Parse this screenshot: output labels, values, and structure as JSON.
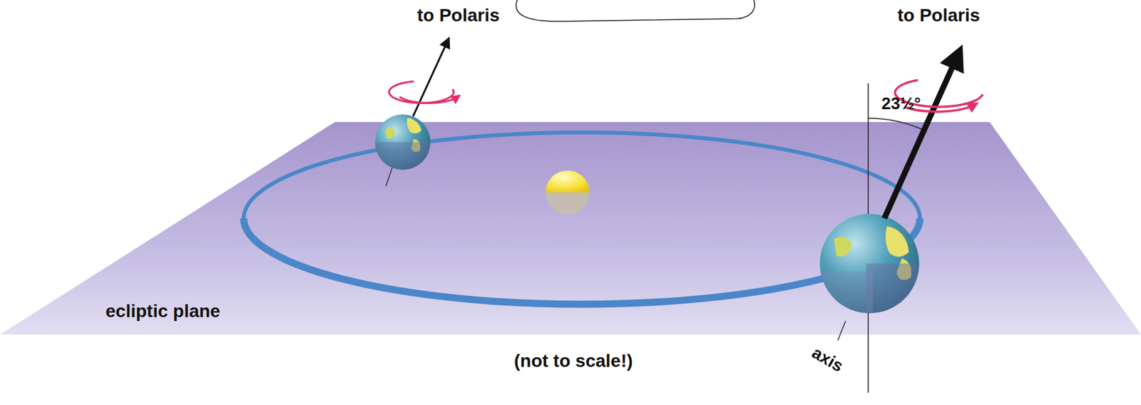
{
  "diagram": {
    "labels": [
      "to Polaris",
      "to Polaris",
      "23½°",
      "ecliptic plane",
      "(not to scale!)",
      "axis"
    ]
  }
}
